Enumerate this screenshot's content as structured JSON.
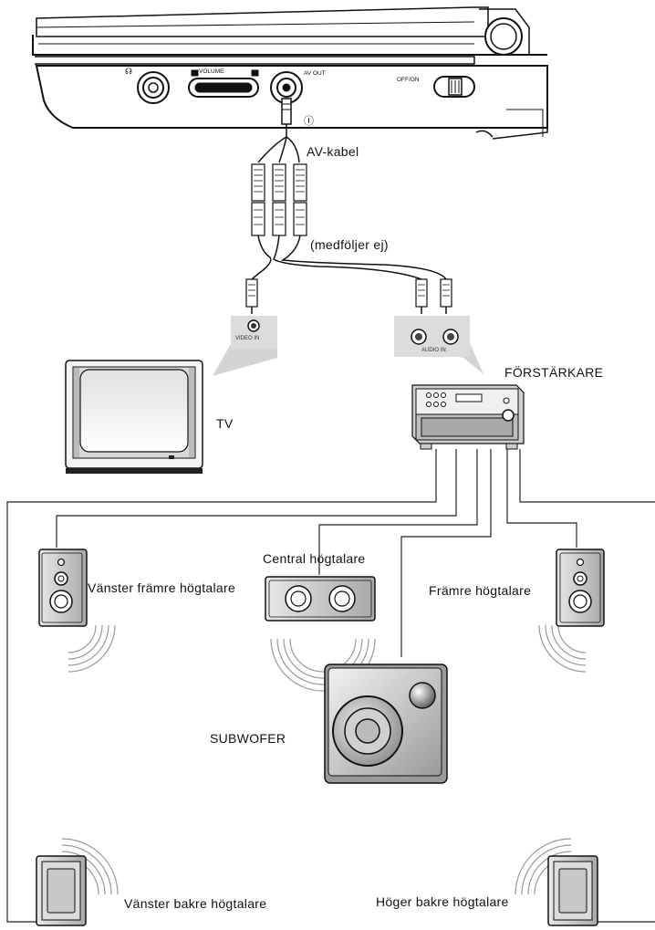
{
  "player": {
    "headphone_label": "☊",
    "volume_label": "VOLUME",
    "av_out_label": "AV OUT",
    "off_on_label": "OFF/ON",
    "power_symbol": "Ⓘ"
  },
  "cable": {
    "av_cable_label": "AV-kabel",
    "not_included_label": "(medföljer ej)"
  },
  "tv": {
    "video_in_label": "VIDEO IN",
    "tv_label": "TV"
  },
  "amplifier": {
    "audio_in_label": "AUDIO IN",
    "amplifier_label": "FÖRSTÄRKARE"
  },
  "speakers": {
    "front_left": "Vänster främre högtalare",
    "center": "Central högtalare",
    "front_right": "Främre högtalare",
    "subwoofer": "SUBWOFER",
    "rear_left": "Vänster bakre högtalare",
    "rear_right": "Höger bakre högtalare"
  }
}
